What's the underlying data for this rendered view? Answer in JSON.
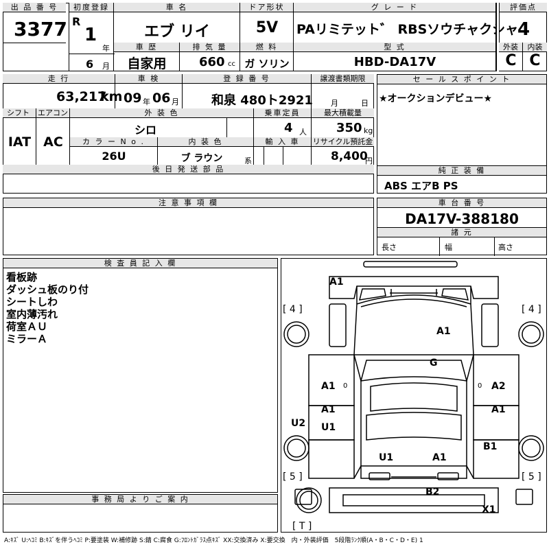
{
  "lot": {
    "label": "出 品 番 号",
    "value": "3377"
  },
  "first_reg": {
    "label": "初度登録",
    "era": "R",
    "year": "1",
    "year_unit": "年",
    "month": "6",
    "month_unit": "月"
  },
  "car_name": {
    "label": "車 名",
    "value": "エブ リイ"
  },
  "door": {
    "label": "ドア形状",
    "value": "5V"
  },
  "grade": {
    "label": "グ レ ー ド",
    "value": "PAリミテット゛ RBSソウチャクシャ"
  },
  "score": {
    "label": "評価点",
    "value": "4"
  },
  "history": {
    "label": "車 歴",
    "value": "自家用"
  },
  "displacement": {
    "label": "排 気 量",
    "value": "660",
    "unit": "cc"
  },
  "fuel": {
    "label": "燃 料",
    "value": "ガ ソリン"
  },
  "model": {
    "label": "型 式",
    "value": "HBD-DA17V"
  },
  "exterior_grade": {
    "label": "外装",
    "value": "C"
  },
  "interior_grade": {
    "label": "内装",
    "value": "C"
  },
  "mileage": {
    "label": "走 行",
    "value": "63,217",
    "unit": "km"
  },
  "inspection": {
    "label": "車 検",
    "year": "09",
    "year_unit": "年",
    "month": "06",
    "month_unit": "月"
  },
  "registration": {
    "label": "登 録 番 号",
    "value": "和泉 480ト2921"
  },
  "transfer": {
    "label": "譲渡書類期限",
    "month_unit": "月",
    "day_unit": "日"
  },
  "sales_point": {
    "label": "セ ー ル ス ポ イ ン ト",
    "value": "★オークションデビュー★"
  },
  "shift": {
    "label": "シフト",
    "value": "IAT"
  },
  "aircon": {
    "label": "エアコン",
    "value": "AC"
  },
  "exterior_color": {
    "label": "外 装 色",
    "value": "シロ"
  },
  "capacity": {
    "label": "乗車定員",
    "value": "4",
    "unit": "人"
  },
  "max_load": {
    "label": "最大積載量",
    "value": "350",
    "unit": "kg"
  },
  "color_no": {
    "label": "カ ラ ー N o .",
    "value": "26U"
  },
  "interior_color": {
    "label": "内 装 色",
    "value": "ブ ラウン",
    "suffix": "系"
  },
  "imported": {
    "label": "輸 入 車",
    "value": ""
  },
  "recycle": {
    "label": "リサイクル預託金",
    "value": "8,400",
    "unit": "円"
  },
  "later_parts": {
    "label": "後 日 発 送 部 品",
    "value": ""
  },
  "equipment": {
    "label": "純 正 装 備",
    "value": "ABS エアB PS"
  },
  "notes": {
    "label": "注 意 事 項 欄",
    "value": ""
  },
  "chassis": {
    "label": "車 台 番 号",
    "value": "DA17V-388180"
  },
  "specs": {
    "label": "諸 元",
    "length_label": "長さ",
    "width_label": "幅",
    "height_label": "高さ"
  },
  "inspector": {
    "label": "検 査 員 記 入 欄",
    "lines": [
      "看板跡",
      "ダッシュ板のり付",
      "シートしわ",
      "室内薄汚れ",
      "荷室ＡＵ",
      "ミラーＡ"
    ]
  },
  "office": {
    "label": "事 務 局 よ り ご 案 内",
    "value": ""
  },
  "diagram": {
    "marks": [
      "A1",
      "A1",
      "G",
      "A1",
      "A2",
      "A1",
      "A1",
      "U1",
      "U2",
      "B1",
      "U1",
      "A1",
      "B2",
      "X1"
    ],
    "tires": [
      "[ 4 ]",
      "[ 4 ]",
      "[ 5 ]",
      "[ 5 ]",
      "[ T ]"
    ]
  },
  "legend": "A:ｷｽﾞ U:ﾍｺﾐ B:ｷｽﾞを伴うﾍｺﾐ P:要塗装 W:補修跡 S:錆 C:腐食 G:ﾌﾛﾝﾄｶﾞﾗｽ点ｷｽﾞ XX:交換済み X:要交換　内・外装評価　5段階ﾗﾝｸ順(A・B・C・D・E) 1"
}
